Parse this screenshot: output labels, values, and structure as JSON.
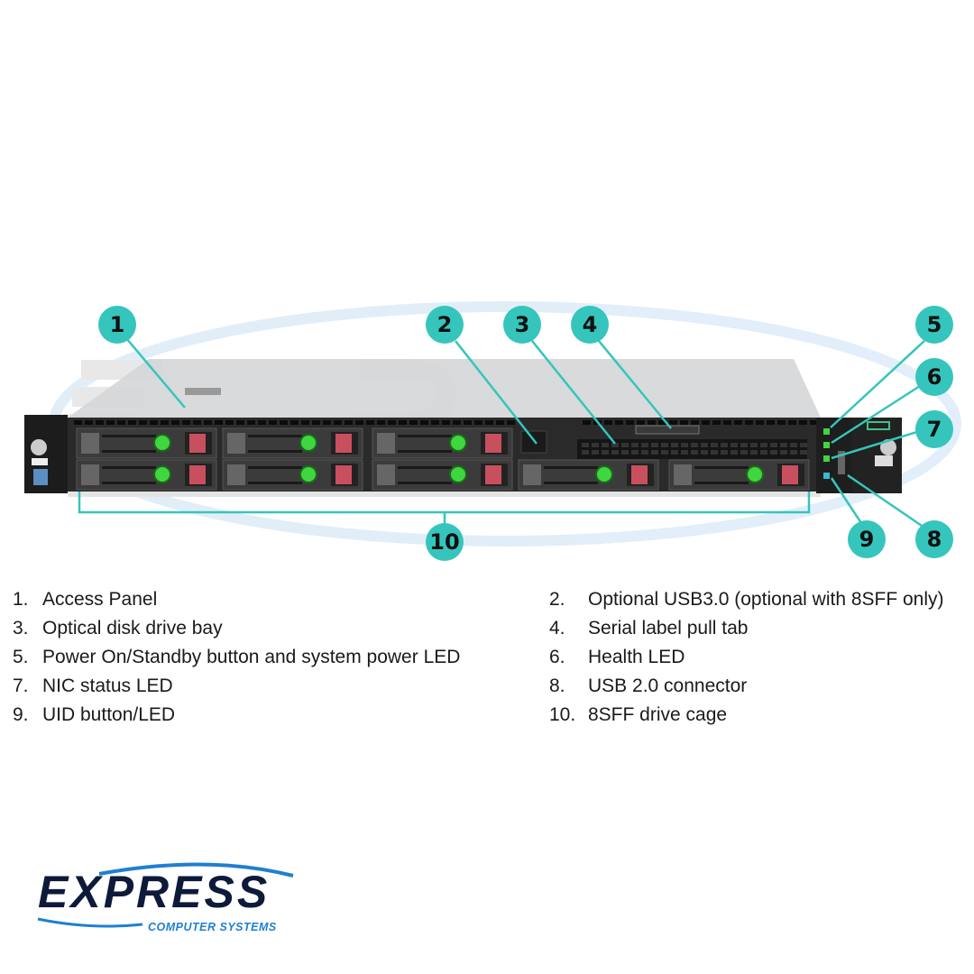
{
  "watermark": {
    "word": "EXPRESS",
    "sub": "COMPUTER SYSTEMS"
  },
  "callouts": [
    "1",
    "2",
    "3",
    "4",
    "5",
    "6",
    "7",
    "8",
    "9",
    "10"
  ],
  "legend": [
    {
      "num": "1.",
      "label": "Access Panel"
    },
    {
      "num": "2.",
      "label": "Optional USB3.0 (optional with 8SFF only)"
    },
    {
      "num": "3.",
      "label": "Optical disk drive bay"
    },
    {
      "num": "4.",
      "label": "Serial label pull tab"
    },
    {
      "num": "5.",
      "label": "Power On/Standby button and system power LED"
    },
    {
      "num": "6.",
      "label": "Health LED"
    },
    {
      "num": "7.",
      "label": "NIC status LED"
    },
    {
      "num": "8.",
      "label": "USB 2.0 connector"
    },
    {
      "num": "9.",
      "label": "UID button/LED"
    },
    {
      "num": "10.",
      "label": "8SFF drive cage"
    }
  ],
  "logo": {
    "word": "EXPRESS",
    "sub": "COMPUTER SYSTEMS"
  },
  "colors": {
    "callout": "#35c5bc",
    "drive_led": "#3fd63f",
    "drive_latch": "#c8505e",
    "uid_led": "#3ab8d8",
    "logo_dark": "#0d1a3a",
    "logo_blue": "#1f7fd0"
  }
}
